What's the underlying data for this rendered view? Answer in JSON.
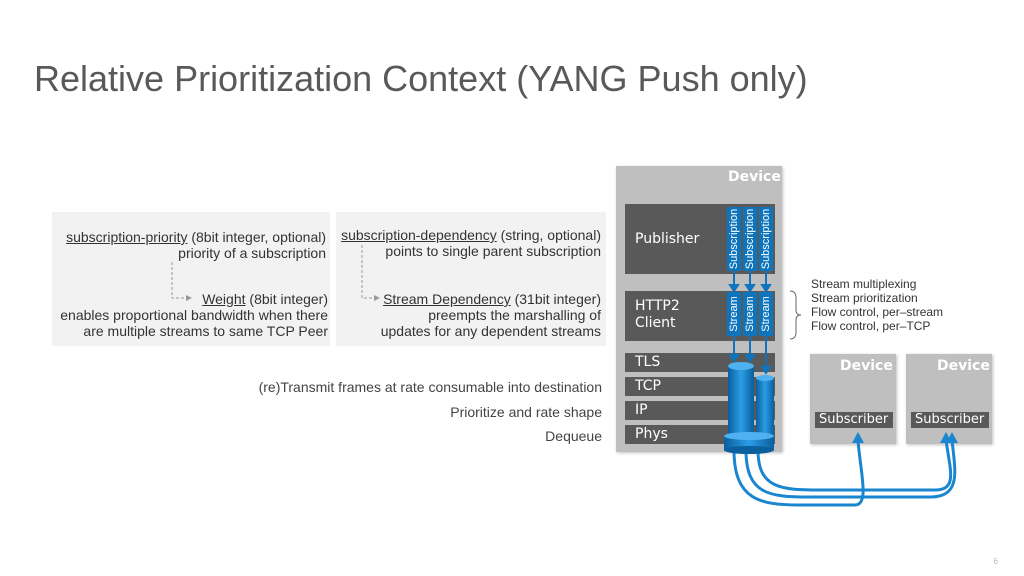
{
  "title": "Relative Prioritization Context  (YANG Push only)",
  "left_panel": {
    "priority_name": "subscription-priority",
    "priority_type": " (8bit integer, optional)",
    "priority_desc": "priority of a subscription",
    "weight_name": "Weight",
    "weight_type": " (8bit integer)",
    "weight_desc_1": "enables proportional bandwidth when there",
    "weight_desc_2": "are multiple streams to same TCP Peer"
  },
  "right_panel": {
    "dep_name": "subscription-dependency",
    "dep_type": " (string, optional)",
    "dep_desc": "points to single parent subscription",
    "sdep_name": "Stream Dependency",
    "sdep_type": " (31bit integer)",
    "sdep_desc_1": "preempts the marshalling of",
    "sdep_desc_2": "updates for any dependent streams"
  },
  "stack_notes": {
    "transmit": "(re)Transmit frames at rate consumable into destination",
    "prioritize": "Prioritize and rate shape",
    "dequeue": "Dequeue"
  },
  "device": {
    "label": "Device",
    "publisher": "Publisher",
    "http2_line1": "HTTP2",
    "http2_line2": "Client",
    "tls": "TLS",
    "tcp": "TCP",
    "ip": "IP",
    "phys": "Phys",
    "subscription_bars": [
      "Subscription",
      "Subscription",
      "Subscription"
    ],
    "stream_bars": [
      "Stream",
      "Stream",
      "Stream"
    ]
  },
  "http2_features": [
    "Stream multiplexing",
    "Stream prioritization",
    "Flow control, per–stream",
    "Flow control, per–TCP"
  ],
  "subscriber_devices": [
    {
      "label": "Device",
      "subscriber": "Subscriber"
    },
    {
      "label": "Device",
      "subscriber": "Subscriber"
    }
  ],
  "page_number": "6",
  "colors": {
    "title": "#595959",
    "device": "#bfbfbf",
    "layer": "#595959",
    "accent_blue": "#0e75bd",
    "panel": "#f2f2f2"
  }
}
